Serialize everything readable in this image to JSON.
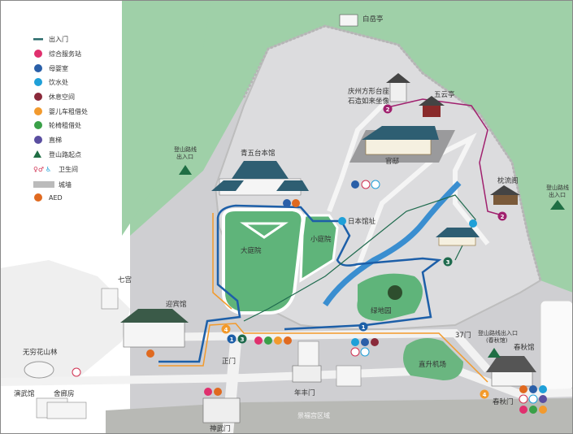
{
  "legend": [
    {
      "icon": "entrance-line-icon",
      "label": "出入门",
      "color": "#2a6b6b"
    },
    {
      "icon": "info-icon",
      "label": "综合服务站",
      "color": "#e0306e"
    },
    {
      "icon": "nursing-room-icon",
      "label": "母婴室",
      "color": "#2a5fa8"
    },
    {
      "icon": "water-fountain-icon",
      "label": "饮水处",
      "color": "#1fa0d8"
    },
    {
      "icon": "rest-area-icon",
      "label": "休息空间",
      "color": "#8a2a3a"
    },
    {
      "icon": "stroller-icon",
      "label": "婴儿车租借处",
      "color": "#f29a2e"
    },
    {
      "icon": "wheelchair-icon",
      "label": "轮椅租借处",
      "color": "#3aa048"
    },
    {
      "icon": "elevator-icon",
      "label": "直梯",
      "color": "#5a4ea0"
    },
    {
      "icon": "trailhead-icon",
      "label": "登山路起点",
      "color": "#1f6e44"
    },
    {
      "icon": "restroom-icon",
      "label": "卫生间",
      "color": "#d03050"
    },
    {
      "icon": "fortress-wall-icon",
      "label": "城墙",
      "color": "#bbbbbb"
    },
    {
      "icon": "aed-icon",
      "label": "AED",
      "color": "#e06a20"
    }
  ],
  "places": {
    "baekakjeong": "白岳亭",
    "buddha_1": "庆州方形台座",
    "buddha_2": "石造如来坐像",
    "ounjeong": "五云亭",
    "residence": "官邸",
    "chimnyugak": "枕流阁",
    "trail_right_1": "登山路线",
    "trail_right_2": "出入口",
    "main_building": "青五台本馆",
    "trail_left_1": "登山路线",
    "trail_left_2": "出入口",
    "japanese_site": "日本馆址",
    "main_garden": "大庭院",
    "small_garden": "小庭院",
    "chilgung": "七宫",
    "guest_house": "迎宾馆",
    "mugunghwa_forest": "无穷花山林",
    "main_gate": "正门",
    "yeonpung_gate": "年丰门",
    "gate37": "37门",
    "trail_chunchu_1": "登山路线出入口",
    "trail_chunchu_2": "(春秋馆)",
    "chunchugwan": "春秋馆",
    "heliport": "直升机场",
    "green_park": "绿地园",
    "yeonmugwan": "演武馆",
    "sarangchae": "舍廊房",
    "sinmu_gate": "神武门",
    "gyeongbok_area": "景福宫区域",
    "chunchu_gate": "春秋门"
  },
  "routes": [
    {
      "number": "1",
      "color": "#1d5fa8"
    },
    {
      "number": "2",
      "color": "#a0206e"
    },
    {
      "number": "3",
      "color": "#1f6b4e"
    },
    {
      "number": "4",
      "color": "#f39a2b"
    }
  ],
  "colors": {
    "mountain": "#9fd0a8",
    "compound": "#d6d6d8",
    "lawn": "#5fb47a",
    "stream": "#3a8ed0",
    "roof": "#2e5e72"
  }
}
